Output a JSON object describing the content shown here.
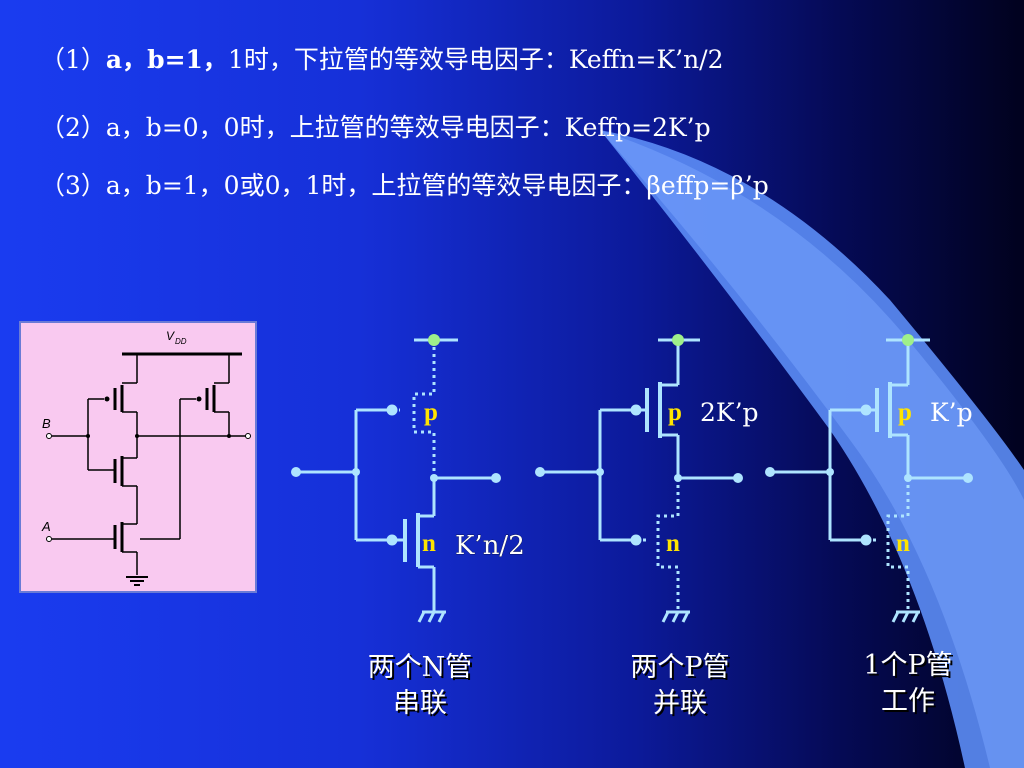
{
  "header": {
    "line1": {
      "prefix": "（1）",
      "bold": "a，b=1，",
      "rest": "1时，下拉管的等效导电因子：Keffn=K’n/2"
    },
    "line2": "（2）a，b=0，0时，上拉管的等效导电因子：Keffp=2K’p",
    "line3": "（3）a，b=1，0或0，1时，上拉管的等效导电因子：βeffp=β’p"
  },
  "schematic": {
    "vdd": "V",
    "vdd_sub": "DD",
    "input_b": "B",
    "input_a": "A"
  },
  "circuits": [
    {
      "p_label": "p",
      "n_label": "n",
      "factor": "K’n/2",
      "caption1": "两个N管",
      "caption2": "串联"
    },
    {
      "p_label": "p",
      "n_label": "n",
      "factor": "2K’p",
      "caption1": "两个P管",
      "caption2": "并联"
    },
    {
      "p_label": "p",
      "n_label": "n",
      "factor": "K’p",
      "caption1": "1个P管",
      "caption2": "工作"
    }
  ],
  "colors": {
    "label_yellow": "#ffe400",
    "wire": "#aee4ff",
    "dot_green": "#9ff08a",
    "schematic_bg": "#f9c9f0"
  }
}
